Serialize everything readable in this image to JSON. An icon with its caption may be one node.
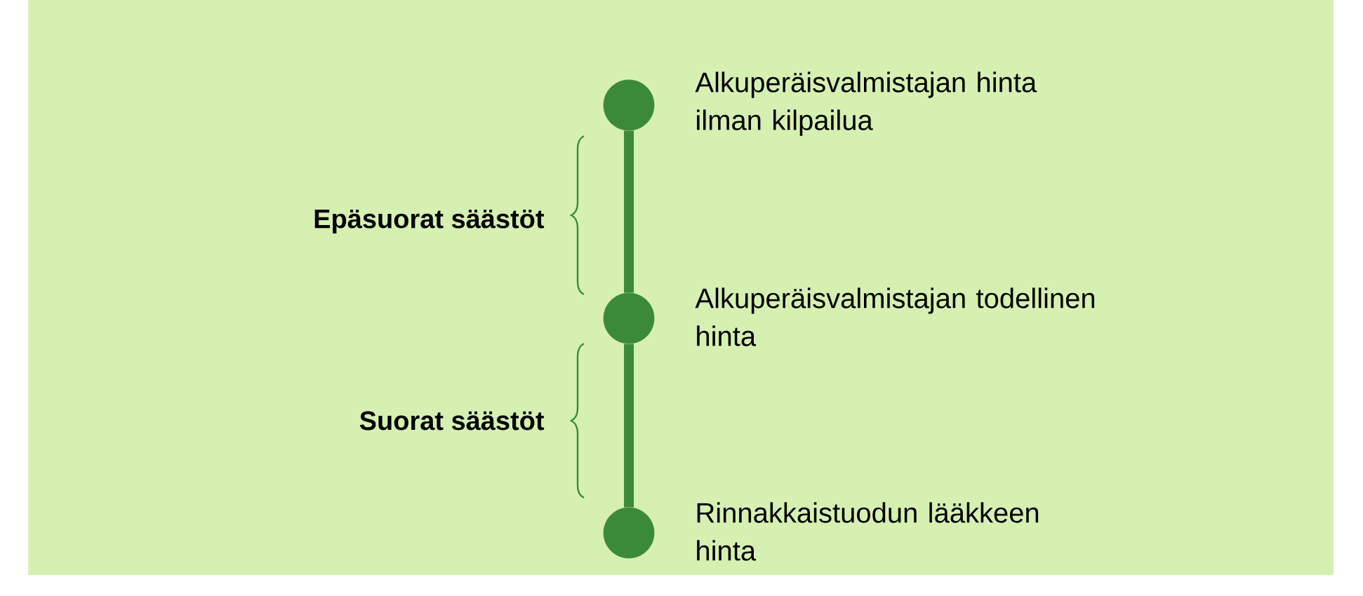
{
  "diagram": {
    "nodes": [
      {
        "text": [],
        "shape": "circle",
        "beside": [
          "Alkuperäisvalmistajan hinta ilman kilpailua"
        ]
      },
      {
        "text": [],
        "shape": "circle",
        "beside": [
          "Alkuperäisvalmistajan todellinen hinta"
        ]
      },
      {
        "text": [],
        "shape": "circle",
        "beside": [
          "Rinnakkaistuodun lääkkeen hinta"
        ]
      }
    ],
    "edges": [
      {
        "from": 0,
        "to": 1,
        "arrow": "none"
      },
      {
        "from": 1,
        "to": 2,
        "arrow": "none"
      }
    ],
    "labels": [
      "Epäsuorat säästöt",
      "Suorat säästöt"
    ]
  }
}
